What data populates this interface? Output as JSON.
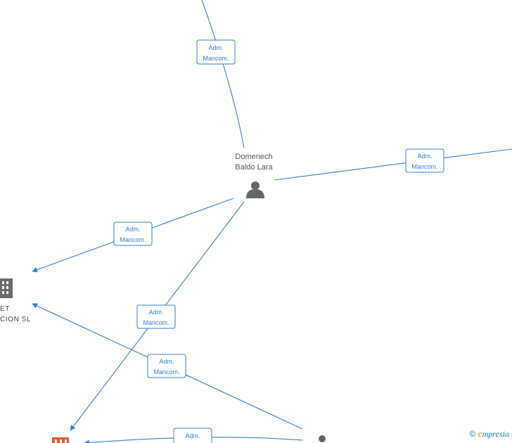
{
  "nodes": {
    "person_main": {
      "line1": "Domenech",
      "line2": "Baldo Lara"
    },
    "company_left": {
      "line1": "ET",
      "line2": "CION  SL"
    }
  },
  "edge_labels": [
    {
      "line1": "Adm.",
      "line2": "Mancom."
    },
    {
      "line1": "Adm.",
      "line2": "Mancom."
    },
    {
      "line1": "Adm.",
      "line2": "Mancom."
    },
    {
      "line1": "Adm.",
      "line2": "Mancom."
    },
    {
      "line1": "Adm.",
      "line2": "Mancom."
    },
    {
      "line1": "Adm.",
      "line2": ""
    }
  ],
  "colors": {
    "edge": "#3a7bd5",
    "node_icon": "#666666",
    "company_highlight": "#e8572a"
  },
  "watermark": {
    "symbol": "©",
    "e": "e",
    "brand": "mpresia"
  }
}
